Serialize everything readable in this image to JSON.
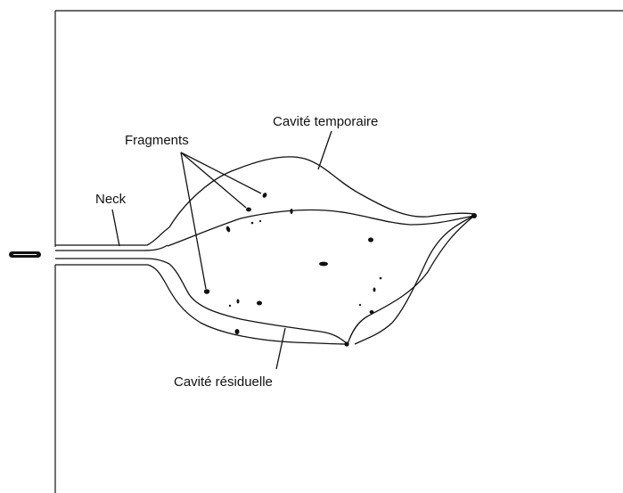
{
  "labels": {
    "temporary_cavity": "Cavité temporaire",
    "fragments": "Fragments",
    "neck": "Neck",
    "residual_cavity": "Cavité résiduelle"
  },
  "colors": {
    "ink": "#111111",
    "background": "#ffffff"
  }
}
